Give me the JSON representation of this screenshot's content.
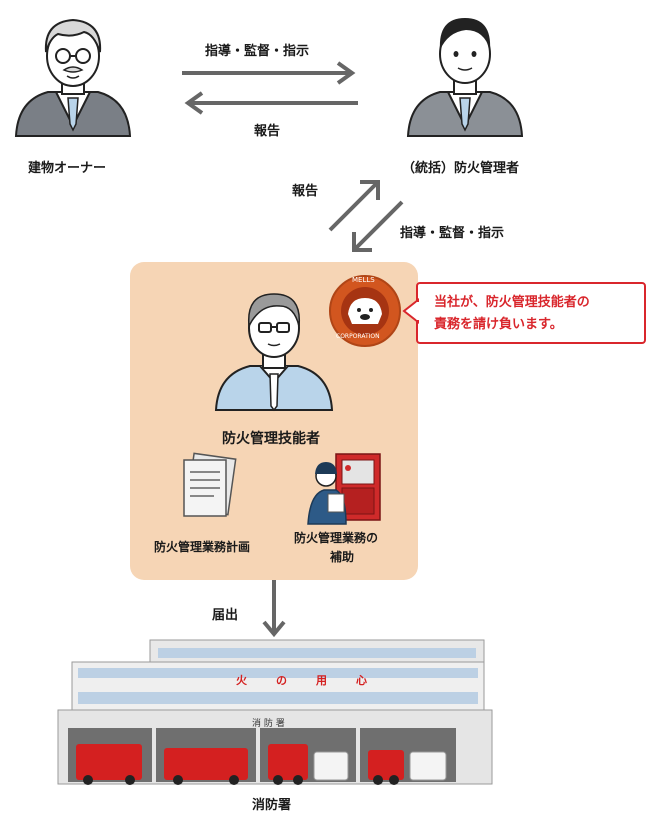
{
  "top": {
    "arrow_right_label": "指導・監督・指示",
    "arrow_left_label": "報告",
    "owner_label": "建物オーナー",
    "manager_label": "（統括）防火管理者"
  },
  "middle": {
    "arrow_up_label": "報告",
    "arrow_down_label": "指導・監督・指示"
  },
  "panel": {
    "technician_label": "防火管理技能者",
    "plan_label": "防火管理業務計画",
    "assist_label_line1": "防火管理業務の",
    "assist_label_line2": "補助",
    "logo_text_top": "MELLS",
    "logo_text_bottom": "CORPORATION"
  },
  "callout": {
    "line1": "当社が、防火管理技能者の",
    "line2": "責務を請け負います。"
  },
  "bottom": {
    "filing_label": "届出",
    "sign_chars": [
      "火",
      "の",
      "用",
      "心"
    ],
    "station_sign": "消 防 署",
    "station_label": "消防署"
  },
  "colors": {
    "panel_bg": "#f6d5b5",
    "callout_red": "#d9262c",
    "arrow_gray": "#666666",
    "suit_gray": "#7a7f86",
    "shirt_blue": "#b9d4ea",
    "logo_orange": "#d2561f"
  }
}
